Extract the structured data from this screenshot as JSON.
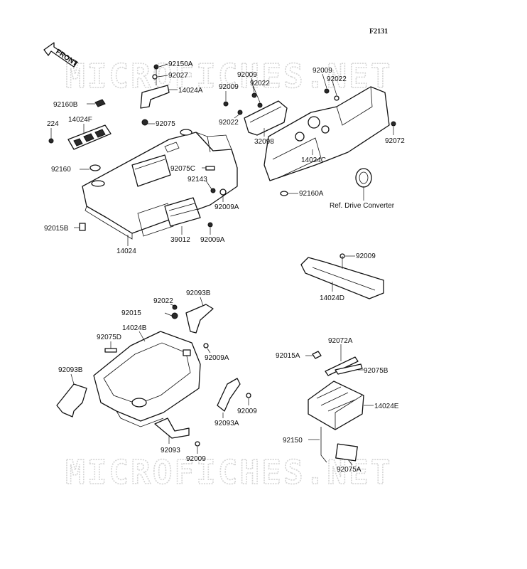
{
  "figure_code": "F2131",
  "front_arrow_label": "FRONT",
  "watermark_text": "MICROFICHES.NET",
  "reference_note": "Ref. Drive Converter",
  "colors": {
    "ink": "#111111",
    "watermark": "#d4d4d4",
    "background": "#ffffff"
  },
  "callouts": [
    {
      "id": "c1",
      "text": "92150A"
    },
    {
      "id": "c2",
      "text": "92027"
    },
    {
      "id": "c3",
      "text": "14024A"
    },
    {
      "id": "c4",
      "text": "92075"
    },
    {
      "id": "c5",
      "text": "92160B"
    },
    {
      "id": "c6",
      "text": "14024F"
    },
    {
      "id": "c7",
      "text": "224"
    },
    {
      "id": "c8",
      "text": "92160"
    },
    {
      "id": "c9",
      "text": "92009"
    },
    {
      "id": "c10",
      "text": "92009"
    },
    {
      "id": "c11",
      "text": "92022"
    },
    {
      "id": "c12",
      "text": "92022"
    },
    {
      "id": "c13",
      "text": "32098"
    },
    {
      "id": "c14",
      "text": "92009"
    },
    {
      "id": "c15",
      "text": "92022"
    },
    {
      "id": "c16",
      "text": "92072"
    },
    {
      "id": "c17",
      "text": "14024C"
    },
    {
      "id": "c18",
      "text": "92160A"
    },
    {
      "id": "c19",
      "text": "92075C"
    },
    {
      "id": "c20",
      "text": "92143"
    },
    {
      "id": "c21",
      "text": "92009A"
    },
    {
      "id": "c22",
      "text": "92015B"
    },
    {
      "id": "c23",
      "text": "39012"
    },
    {
      "id": "c24",
      "text": "92009A"
    },
    {
      "id": "c25",
      "text": "14024"
    },
    {
      "id": "c26",
      "text": "92009"
    },
    {
      "id": "c27",
      "text": "14024D"
    },
    {
      "id": "c28",
      "text": "92022"
    },
    {
      "id": "c29",
      "text": "92093B"
    },
    {
      "id": "c30",
      "text": "92015"
    },
    {
      "id": "c31",
      "text": "14024B"
    },
    {
      "id": "c32",
      "text": "92075D"
    },
    {
      "id": "c33",
      "text": "92009A"
    },
    {
      "id": "c34",
      "text": "92093B"
    },
    {
      "id": "c35",
      "text": "92009"
    },
    {
      "id": "c36",
      "text": "92093A"
    },
    {
      "id": "c37",
      "text": "92093"
    },
    {
      "id": "c38",
      "text": "92009"
    },
    {
      "id": "c39",
      "text": "92072A"
    },
    {
      "id": "c40",
      "text": "92015A"
    },
    {
      "id": "c41",
      "text": "92075B"
    },
    {
      "id": "c42",
      "text": "14024E"
    },
    {
      "id": "c43",
      "text": "92150"
    },
    {
      "id": "c44",
      "text": "92075A"
    }
  ]
}
